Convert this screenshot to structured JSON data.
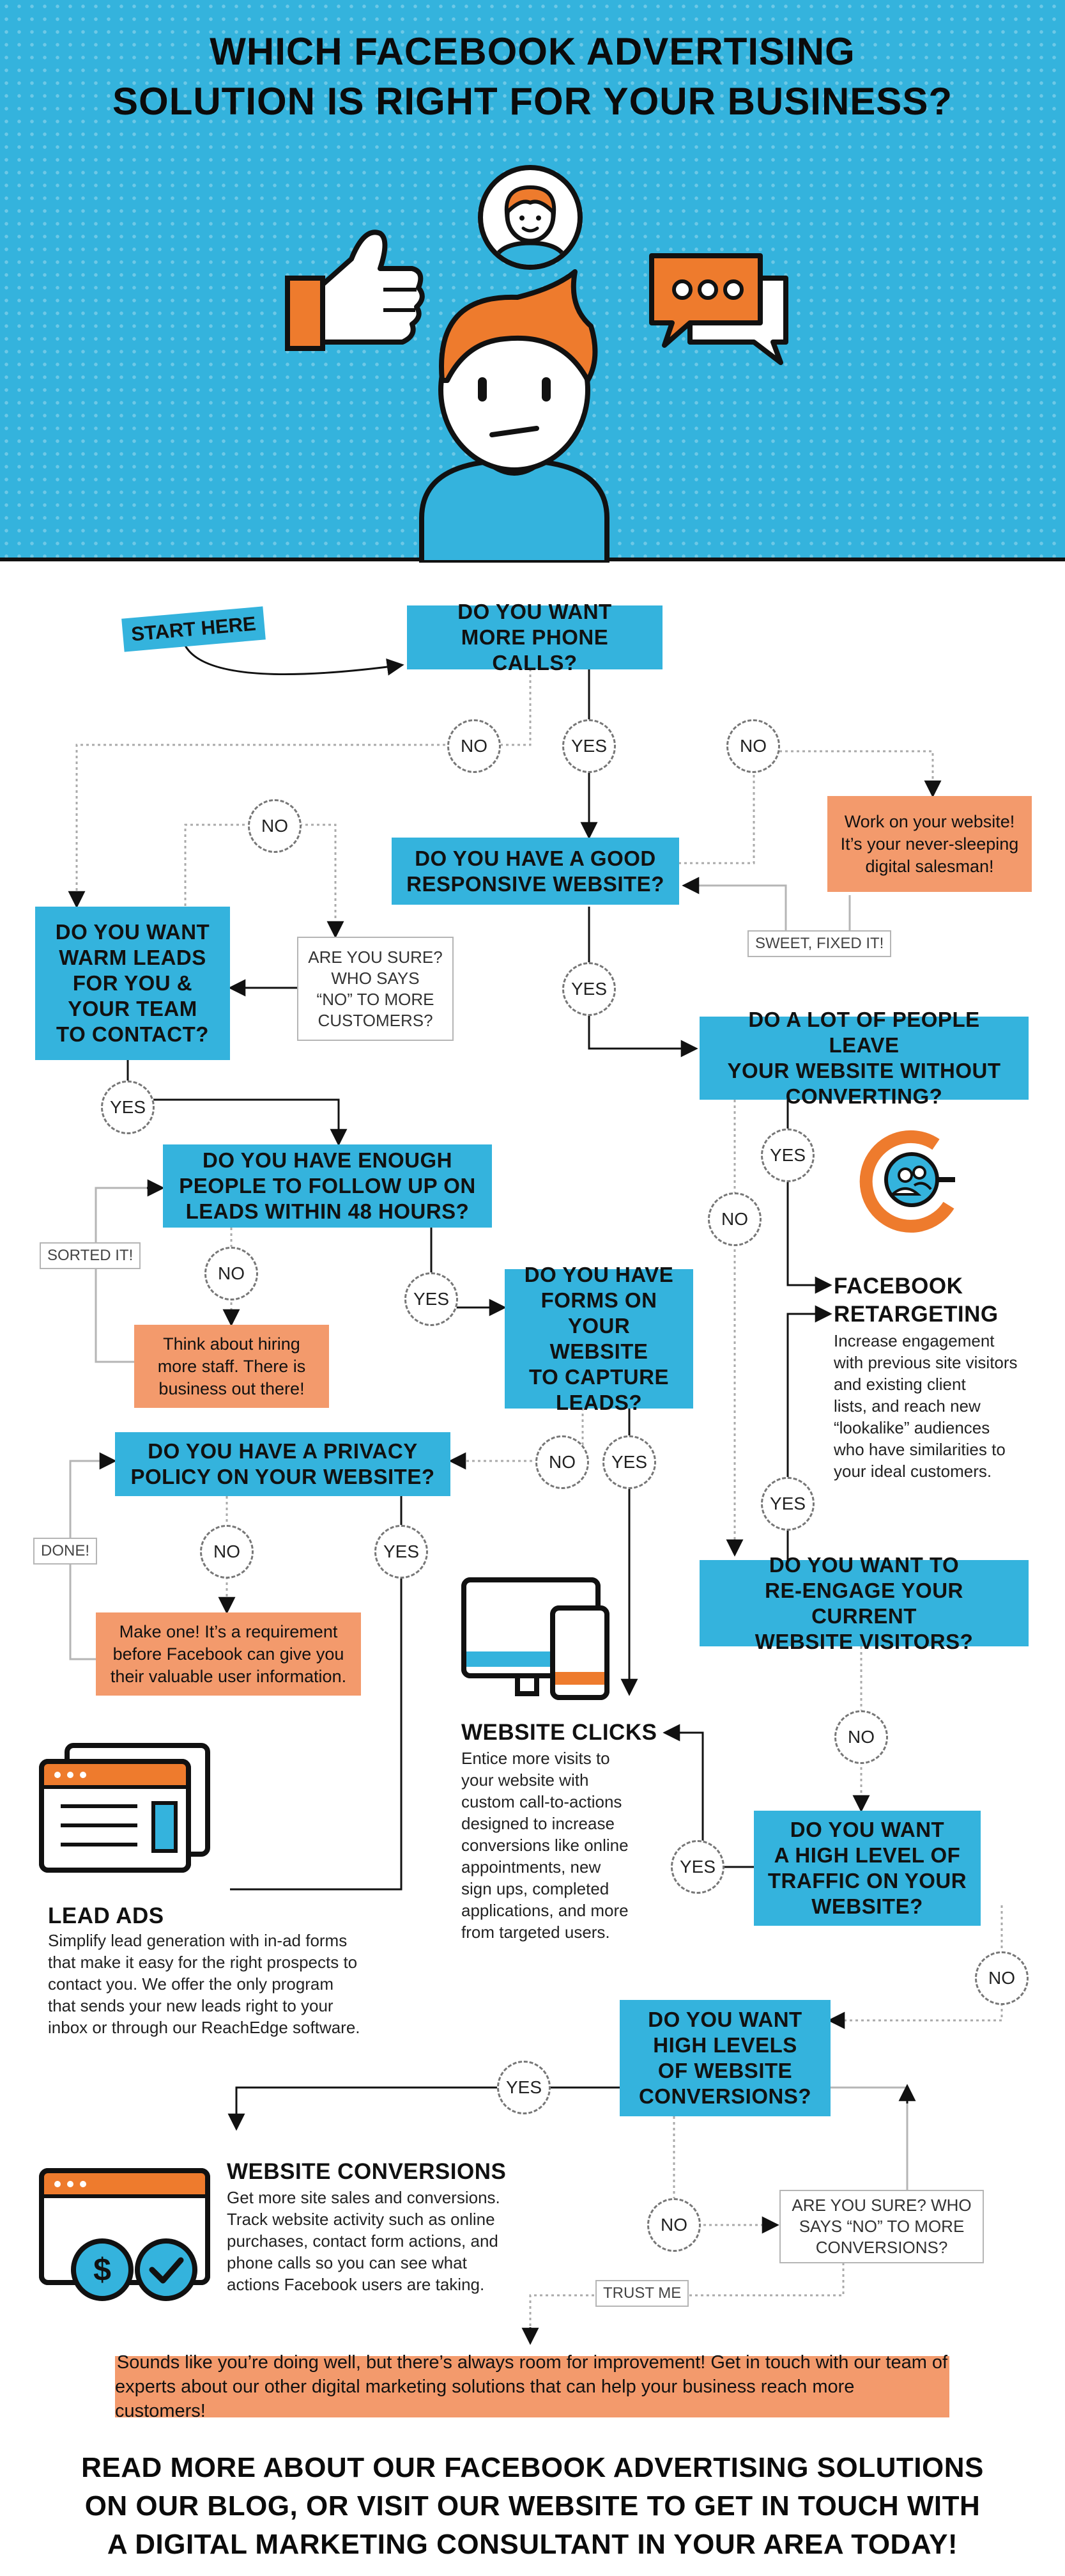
{
  "header": {
    "title_lines": [
      "WHICH FACEBOOK ADVERTISING",
      "SOLUTION IS RIGHT FOR YOUR BUSINESS?"
    ]
  },
  "start_label": "START HERE",
  "questions": {
    "phone_calls": [
      "DO YOU WANT",
      "MORE PHONE CALLS?"
    ],
    "responsive_website": [
      "DO YOU HAVE A GOOD",
      "RESPONSIVE WEBSITE?"
    ],
    "warm_leads": [
      "DO YOU WANT",
      "WARM LEADS",
      "FOR YOU &",
      "YOUR TEAM",
      "TO CONTACT?"
    ],
    "leave_website": [
      "DO A LOT OF PEOPLE LEAVE",
      "YOUR WEBSITE WITHOUT",
      "CONVERTING?"
    ],
    "enough_people": [
      "DO YOU HAVE ENOUGH",
      "PEOPLE TO FOLLOW UP ON",
      "LEADS WITHIN 48 HOURS?"
    ],
    "forms": [
      "DO YOU HAVE",
      "FORMS ON",
      "YOUR WEBSITE",
      "TO CAPTURE",
      "LEADS?"
    ],
    "privacy_policy": [
      "DO YOU HAVE A PRIVACY",
      "POLICY ON YOUR WEBSITE?"
    ],
    "reengage": [
      "DO YOU WANT TO",
      "RE-ENGAGE YOUR CURRENT",
      "WEBSITE VISITORS?"
    ],
    "traffic": [
      "DO YOU WANT",
      "A HIGH LEVEL OF",
      "TRAFFIC ON YOUR",
      "WEBSITE?"
    ],
    "conversions": [
      "DO YOU WANT",
      "HIGH LEVELS",
      "OF WEBSITE",
      "CONVERSIONS?"
    ]
  },
  "notes": {
    "work_on_website": [
      "Work on your website!",
      "It’s your never-sleeping",
      "digital salesman!"
    ],
    "hiring": [
      "Think about hiring",
      "more staff. There is",
      "business out there!"
    ],
    "make_one": [
      "Make one! It’s a requirement",
      "before Facebook can give you",
      "their valuable user information."
    ]
  },
  "white_boxes": {
    "are_you_sure_customers": [
      "ARE YOU SURE?",
      "WHO SAYS",
      "“NO” TO MORE",
      "CUSTOMERS?"
    ],
    "are_you_sure_conversions": [
      "ARE YOU SURE? WHO",
      "SAYS “NO” TO MORE",
      "CONVERSIONS?"
    ]
  },
  "tags": {
    "sweet_fixed": "SWEET, FIXED IT!",
    "sorted": "SORTED IT!",
    "done": "DONE!",
    "trust_me": "TRUST ME"
  },
  "circles": {
    "yes": "YES",
    "no": "NO"
  },
  "solutions": {
    "retargeting": {
      "title": [
        "FACEBOOK",
        "RETARGETING"
      ],
      "desc": [
        "Increase engagement",
        "with previous site visitors",
        "and existing client",
        "lists, and reach new",
        "“lookalike” audiences",
        "who have similarities to",
        "your ideal customers."
      ]
    },
    "website_clicks": {
      "title": [
        "WEBSITE CLICKS"
      ],
      "desc": [
        "Entice more visits to",
        "your website with",
        "custom call-to-actions",
        "designed to increase",
        "conversions like online",
        "appointments, new",
        "sign ups, completed",
        "applications, and more",
        "from targeted users."
      ]
    },
    "lead_ads": {
      "title": [
        "LEAD ADS"
      ],
      "desc": [
        "Simplify lead generation with in-ad forms",
        "that make it easy for the right prospects to",
        "contact you. We offer the only program",
        "that sends your new leads right to your",
        "inbox or through our ReachEdge software."
      ]
    },
    "website_conversions": {
      "title": [
        "WEBSITE CONVERSIONS"
      ],
      "desc": [
        "Get more site sales and conversions.",
        "Track website activity such as online",
        "purchases, contact form actions, and",
        "phone calls so you can see what",
        "actions Facebook users are taking."
      ]
    }
  },
  "final_note": [
    "Sounds like you’re doing well, but there’s always room for improvement! Get in touch with our team of",
    "experts about our other digital marketing solutions that can help your business reach more customers!"
  ],
  "cta_lines": [
    "READ MORE ABOUT OUR FACEBOOK ADVERTISING SOLUTIONS",
    "ON OUR BLOG, OR VISIT OUR WEBSITE TO GET IN TOUCH WITH",
    "A DIGITAL MARKETING CONSULTANT IN YOUR AREA TODAY!"
  ],
  "colors": {
    "blue": "#34b3dd",
    "orange": "#f39a6c",
    "icon_orange": "#ee7b2d",
    "dark": "#111111",
    "gray": "#b5b5b5"
  }
}
